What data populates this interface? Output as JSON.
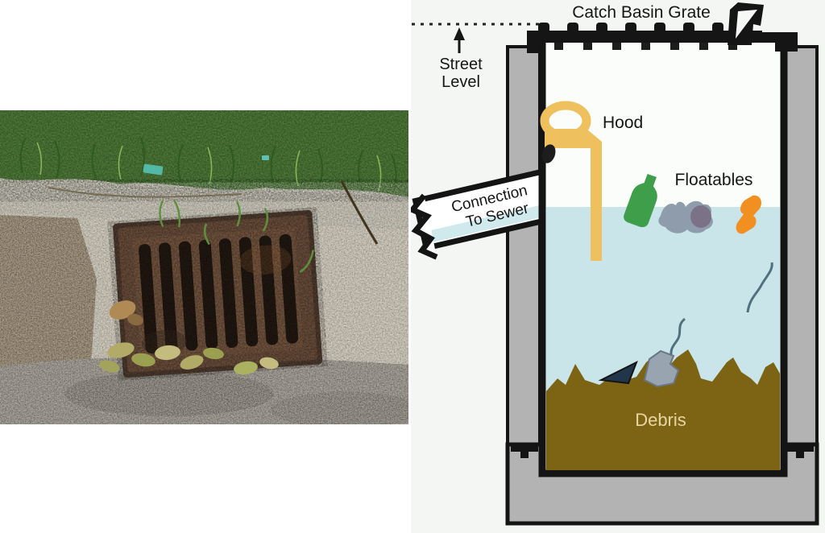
{
  "figure": {
    "kind": "catch-basin educational figure",
    "photo": {
      "palette": {
        "grass": "#4e7a38",
        "grass_dark": "#2e5a20",
        "curb": "#bdb9aa",
        "curb_top": "#cdc9ba",
        "pavement": "#c7c1b1",
        "dirt": "#8a7962",
        "wet_pavement": "#8f8a81",
        "grate_frame": "#6b4e3b",
        "grate_plate": "#74553f",
        "grate_slot": "#221811",
        "leaf": "#b2ab67",
        "teal_litter": "#53b9a7"
      }
    },
    "diagram": {
      "title": "Catch Basin Grate",
      "labels": {
        "street_level": [
          "Street",
          "Level"
        ],
        "hood": "Hood",
        "connection": [
          "Connection",
          "To Sewer"
        ],
        "floatables": "Floatables",
        "debris": "Debris"
      },
      "colors": {
        "background": "#f3f6f3",
        "chamber": "#fbfdfa",
        "wall_gray": "#b3b3b3",
        "outline": "#141414",
        "water": "#c9e5e9",
        "pipe_water": "#cfe9ec",
        "debris_brown": "#7d6414",
        "debris_text": "#e9d5a2",
        "hood_yellow": "#eec05e",
        "bottle_green": "#3f9e4a",
        "floatable_gray": "#8f9cab",
        "floatable_gray_dark": "#7b7287",
        "floatable_orange": "#f19021",
        "sunken_navy": "#22364b",
        "sunken_gray": "#98a4b0",
        "squiggle": "#51707e"
      }
    }
  }
}
